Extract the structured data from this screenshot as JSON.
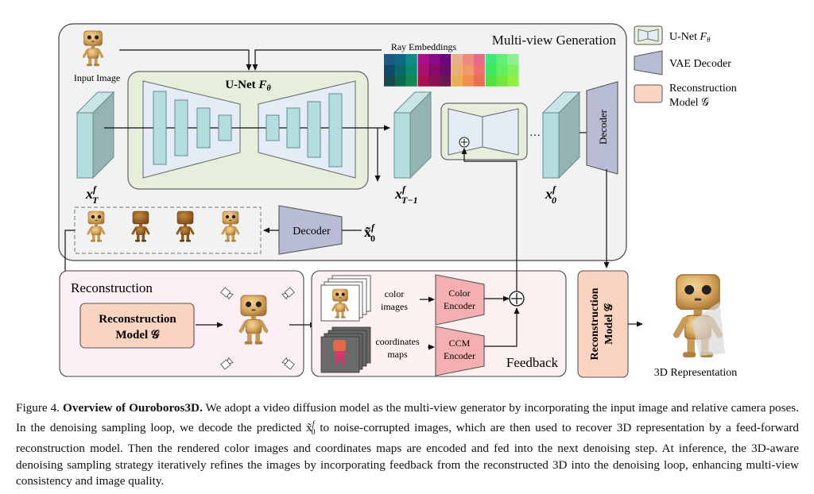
{
  "panels": {
    "multiview": {
      "title": "Multi-view Generation"
    },
    "reconstruction": {
      "title": "Reconstruction"
    },
    "feedback": {
      "title": "Feedback"
    }
  },
  "labels": {
    "input_image": "Input Image",
    "unet_title": "U-Net",
    "unet_symbol": "F",
    "unet_sub": "θ",
    "ray_embeddings": "Ray Embeddings",
    "x_T": {
      "base": "x",
      "sup": "f",
      "sub": "T"
    },
    "x_T1": {
      "base": "x",
      "sup": "f",
      "sub": "T−1"
    },
    "x_0": {
      "base": "x",
      "sup": "f",
      "sub": "0"
    },
    "x_tilde_0": {
      "base": "x̃",
      "sup": "f",
      "sub": "0"
    },
    "ellipsis": "···",
    "decoder": "Decoder",
    "decoder_vertical": "Decoder",
    "recon_model_line1": "Reconstruction",
    "recon_model_line2": "Model 𝒢",
    "recon_model_vertical_line1": "Reconstruction",
    "recon_model_vertical_line2": "Model 𝒢",
    "color_images_line1": "color",
    "color_images_line2": "images",
    "coord_maps_line1": "coordinates",
    "coord_maps_line2": "maps",
    "color_encoder_line1": "Color",
    "color_encoder_line2": "Encoder",
    "ccm_encoder_line1": "CCM",
    "ccm_encoder_line2": "Encoder",
    "output_3d": "3D Representation",
    "plus": "+"
  },
  "legend": [
    {
      "icon": "unet-icon",
      "label": "U-Net",
      "symbol": "F",
      "sub": "θ"
    },
    {
      "icon": "vae-decoder-icon",
      "label": "VAE Decoder"
    },
    {
      "icon": "reconstruction-model-icon",
      "label_line1": "Reconstruction",
      "label_line2": "Model 𝒢"
    }
  ],
  "ray_embedding_colors": [
    [
      "#1f5a86",
      "#0f6a86",
      "#0f8a86",
      "#aa108a",
      "#8a0a8a",
      "#6a087a",
      "#e8b08a",
      "#f08a80",
      "#e86a8a",
      "#40e878",
      "#60f078",
      "#90f090"
    ],
    [
      "#0f4a6a",
      "#0a6a6a",
      "#0a8a70",
      "#aa1070",
      "#8a0a6a",
      "#6a0a6a",
      "#e8b070",
      "#f09a6a",
      "#f07070",
      "#40e860",
      "#60f060",
      "#80f060"
    ],
    [
      "#1a4a50",
      "#0a6a50",
      "#108a50",
      "#aa1050",
      "#8a1050",
      "#6a1a50",
      "#e8b050",
      "#f09050",
      "#e87050",
      "#50e040",
      "#70e840",
      "#90f040"
    ]
  ],
  "colors": {
    "panel_bg": "#f2f2f2",
    "unet_bg": "#e6efdc",
    "unet_inner": "#e4ecf6",
    "block": "#b4dede",
    "decoder": "#b8bcd4",
    "recon_model": "#fad4c0",
    "recon_panel": "#fcf0f6",
    "feedback_panel": "#fcf0f0",
    "encoder": "#f4b0b0"
  },
  "caption": {
    "figure_label": "Figure 4.",
    "bold_title": "Overview of Ouroboros3D.",
    "text_part1": " We adopt a video diffusion model as the multi-view generator by incorporating the input image and relative camera poses. In the denoising sampling loop, we decode the predicted ",
    "math": "x̃",
    "math_sup": "f",
    "math_sub": "0",
    "text_part2": " to noise-corrupted images, which are then used to recover 3D representation by a feed-forward reconstruction model. Then the rendered color images and coordinates maps are encoded and fed into the next denoising step. At inference, the 3D-aware denoising sampling strategy iteratively refines the images by incorporating feedback from the reconstructed 3D into the denoising loop, enhancing multi-view consistency and image quality."
  }
}
